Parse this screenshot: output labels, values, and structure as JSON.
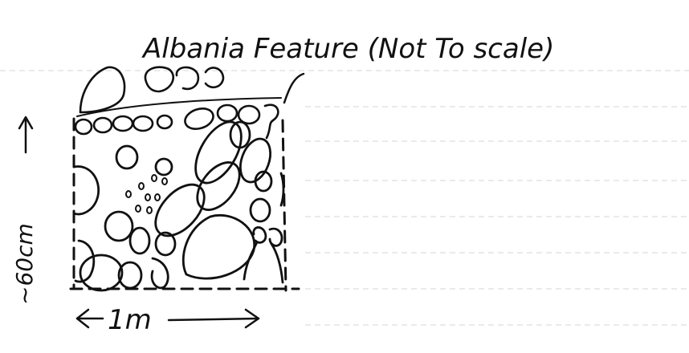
{
  "title": "Albania Feature (Not To scale)",
  "width_label": "1m",
  "height_label": "~60cm",
  "colors": {
    "ink": "#111111",
    "paper": "#ffffff",
    "ruling": "#cfcfcf"
  }
}
